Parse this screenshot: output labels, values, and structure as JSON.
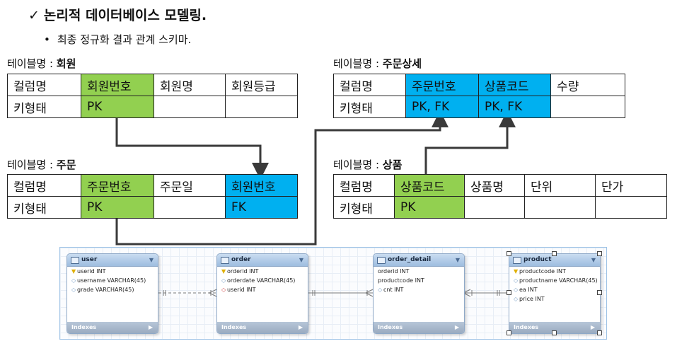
{
  "heading": {
    "check": "✓",
    "text": "논리적 데이터베이스 모델링."
  },
  "subheading": {
    "bullet": "•",
    "text": "최종 정규화 결과 관계 스키마."
  },
  "tables": {
    "member": {
      "label_prefix": "테이블명 : ",
      "label_name": "회원",
      "row1": [
        "컬럼명",
        "회원번호",
        "회원명",
        "회원등급"
      ],
      "row2": [
        "키형태",
        "PK",
        "",
        ""
      ]
    },
    "order_detail": {
      "label_prefix": "테이블명 : ",
      "label_name": "주문상세",
      "row1": [
        "컬럼명",
        "주문번호",
        "상품코드",
        "수량"
      ],
      "row2": [
        "키형태",
        "PK, FK",
        "PK, FK",
        ""
      ]
    },
    "order": {
      "label_prefix": "테이블명 : ",
      "label_name": "주문",
      "row1": [
        "컬럼명",
        "주문번호",
        "주문일",
        "회원번호"
      ],
      "row2": [
        "키형태",
        "PK",
        "",
        "FK"
      ]
    },
    "product": {
      "label_prefix": "테이블명 : ",
      "label_name": "상품",
      "row1": [
        "컬럼명",
        "상품코드",
        "상품명",
        "단위",
        "단가"
      ],
      "row2": [
        "키형태",
        "PK",
        "",
        "",
        ""
      ]
    }
  },
  "colors": {
    "pk_green": "#92d050",
    "fk_blue": "#00b0f0",
    "connector": "#3a3a3a"
  },
  "erd": {
    "entities": [
      {
        "title": "user",
        "columns": [
          {
            "marker": "key",
            "text": "userid INT"
          },
          {
            "marker": "diamond",
            "text": "username VARCHAR(45)"
          },
          {
            "marker": "diamond",
            "text": "grade VARCHAR(45)"
          }
        ],
        "footer": "Indexes"
      },
      {
        "title": "order",
        "columns": [
          {
            "marker": "key",
            "text": "orderid INT"
          },
          {
            "marker": "diamond",
            "text": "orderdate VARCHAR(45)"
          },
          {
            "marker": "fk",
            "text": "userid INT"
          }
        ],
        "footer": "Indexes"
      },
      {
        "title": "order_detail",
        "columns": [
          {
            "marker": "none",
            "text": "orderid INT"
          },
          {
            "marker": "none",
            "text": "productcode INT"
          },
          {
            "marker": "diamond",
            "text": "cnt INT"
          }
        ],
        "footer": "Indexes"
      },
      {
        "title": "product",
        "columns": [
          {
            "marker": "key",
            "text": "productcode INT"
          },
          {
            "marker": "diamond",
            "text": "productname VARCHAR(45)"
          },
          {
            "marker": "diamond",
            "text": "ea INT"
          },
          {
            "marker": "diamond",
            "text": "price INT"
          }
        ],
        "footer": "Indexes"
      }
    ]
  }
}
